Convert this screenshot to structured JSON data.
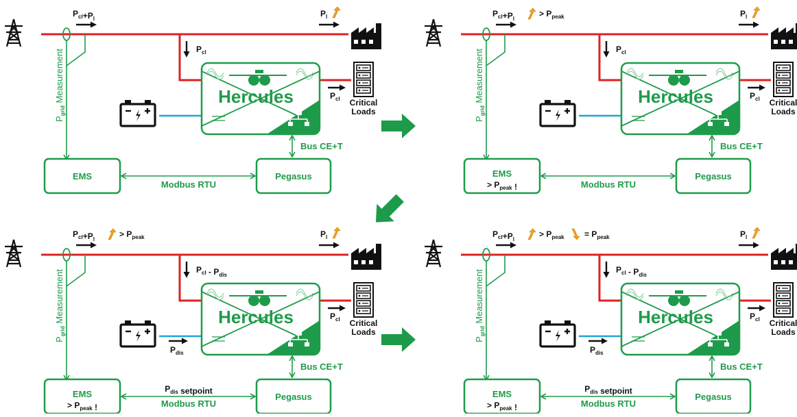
{
  "colors": {
    "green": "#1e9b4a",
    "red": "#e02020",
    "blue": "#1fa3dc",
    "black": "#111111",
    "orange": "#f2a31b"
  },
  "icons": [
    "transmission-tower-icon",
    "factory-icon",
    "server-rack-icon",
    "battery-icon",
    "network-icon",
    "sine-wave-icon"
  ],
  "inverter_label": "Hercules",
  "ems_label": "EMS",
  "pegasus_label": "Pegasus",
  "modbus_label": "Modbus RTU",
  "bus_label": "Bus CE+T",
  "critical_label_1": "Critical",
  "critical_label_2": "Loads",
  "measurement_p": "P",
  "measurement_sub": "grid",
  "measurement_text": " Measurement",
  "setpoint_p": "P",
  "setpoint_sub": "dis",
  "setpoint_text": " setpoint",
  "ems_note_prefix": "> P",
  "ems_note_sub": "peak",
  "ems_note_suffix": " !",
  "panels": [
    {
      "top_prefix": "P",
      "top_sub1": "cl",
      "top_mid": "+P",
      "top_sub2": "l",
      "top_peak": "",
      "top_peak_sub": "",
      "top_eq": "",
      "top_eq_sub": "",
      "pl_p": "P",
      "pl_sub": "l",
      "down_p": "P",
      "down_sub": "cl",
      "down_tail": "",
      "down_tail_sub": "",
      "right_p": "P",
      "right_sub": "cl",
      "dis_p": "",
      "dis_sub": ""
    },
    {
      "top_prefix": "P",
      "top_sub1": "cl",
      "top_mid": "+P",
      "top_sub2": "l",
      "top_peak": "> P",
      "top_peak_sub": "peak",
      "top_eq": "",
      "top_eq_sub": "",
      "pl_p": "P",
      "pl_sub": "l",
      "down_p": "P",
      "down_sub": "cl",
      "down_tail": "",
      "down_tail_sub": "",
      "right_p": "P",
      "right_sub": "cl",
      "dis_p": "",
      "dis_sub": ""
    },
    {
      "top_prefix": "P",
      "top_sub1": "cl",
      "top_mid": "+P",
      "top_sub2": "l",
      "top_peak": "> P",
      "top_peak_sub": "peak",
      "top_eq": "",
      "top_eq_sub": "",
      "pl_p": "P",
      "pl_sub": "l",
      "down_p": "P",
      "down_sub": "cl",
      "down_tail": " - P",
      "down_tail_sub": "dis",
      "right_p": "P",
      "right_sub": "cl",
      "dis_p": "P",
      "dis_sub": "dis"
    },
    {
      "top_prefix": "P",
      "top_sub1": "cl",
      "top_mid": "+P",
      "top_sub2": "l",
      "top_peak": "> P",
      "top_peak_sub": "peak",
      "top_eq": "= P",
      "top_eq_sub": "peak",
      "pl_p": "P",
      "pl_sub": "l",
      "down_p": "P",
      "down_sub": "cl",
      "down_tail": " - P",
      "down_tail_sub": "dis",
      "right_p": "P",
      "right_sub": "cl",
      "dis_p": "P",
      "dis_sub": "dis"
    }
  ]
}
